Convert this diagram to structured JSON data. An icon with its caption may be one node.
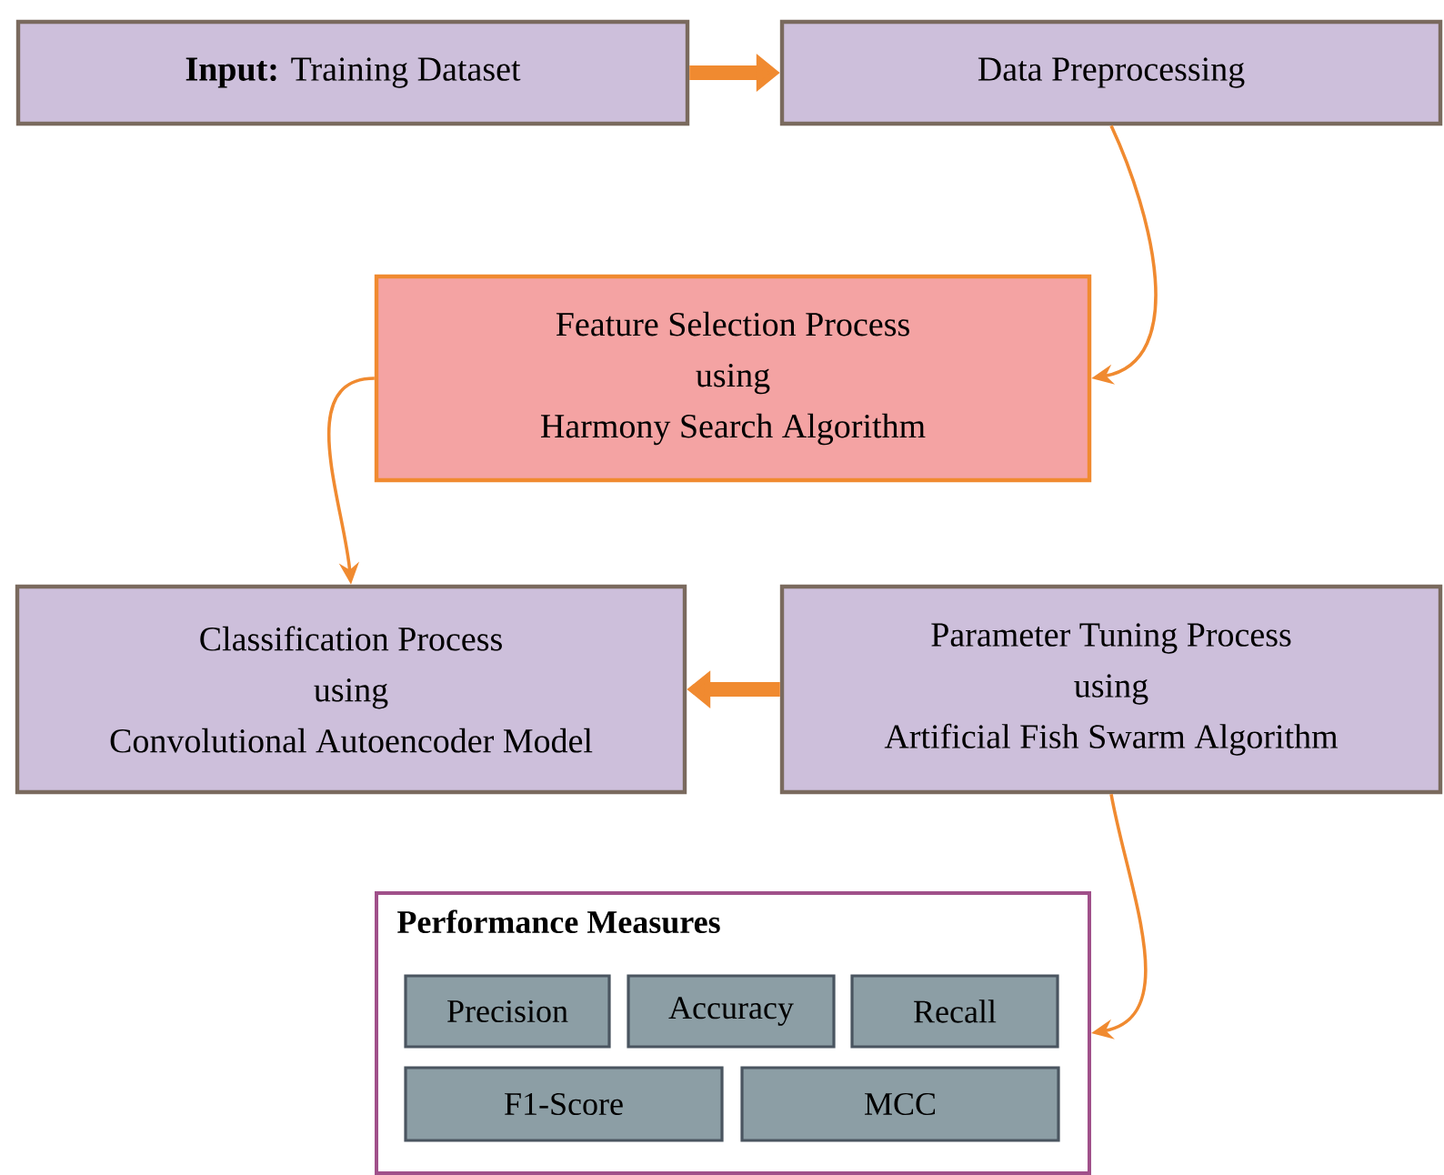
{
  "diagram": {
    "nodes": [
      {
        "text": [
          "**Input:** Training Dataset"
        ]
      },
      {
        "text": [
          "Data Preprocessing"
        ]
      },
      {
        "text": [
          "Feature Selection Process",
          "using",
          "Harmony Search Algorithm"
        ]
      },
      {
        "text": [
          "Classification Process",
          "using",
          "Convolutional Autoencoder Model"
        ]
      },
      {
        "text": [
          "Parameter Tuning Process",
          "using",
          "Artificial Fish Swarm Algorithm"
        ]
      },
      {
        "text": [
          "Performance Measures"
        ]
      },
      {
        "text": [
          "Precision"
        ],
        "in": 5
      },
      {
        "text": [
          "Accuracy"
        ],
        "in": 5
      },
      {
        "text": [
          "Recall"
        ],
        "in": 5
      },
      {
        "text": [
          "F1-Score"
        ],
        "in": 5
      },
      {
        "text": [
          "MCC"
        ],
        "in": 5
      }
    ],
    "edges": [
      {
        "from": 0,
        "to": 1,
        "arrow": "to",
        "style": "thick"
      },
      {
        "from": 1,
        "to": 2,
        "arrow": "to"
      },
      {
        "from": 2,
        "to": 3,
        "arrow": "to"
      },
      {
        "from": 4,
        "to": 3,
        "arrow": "to",
        "style": "thick"
      },
      {
        "from": 4,
        "to": 5,
        "arrow": "to"
      }
    ]
  }
}
